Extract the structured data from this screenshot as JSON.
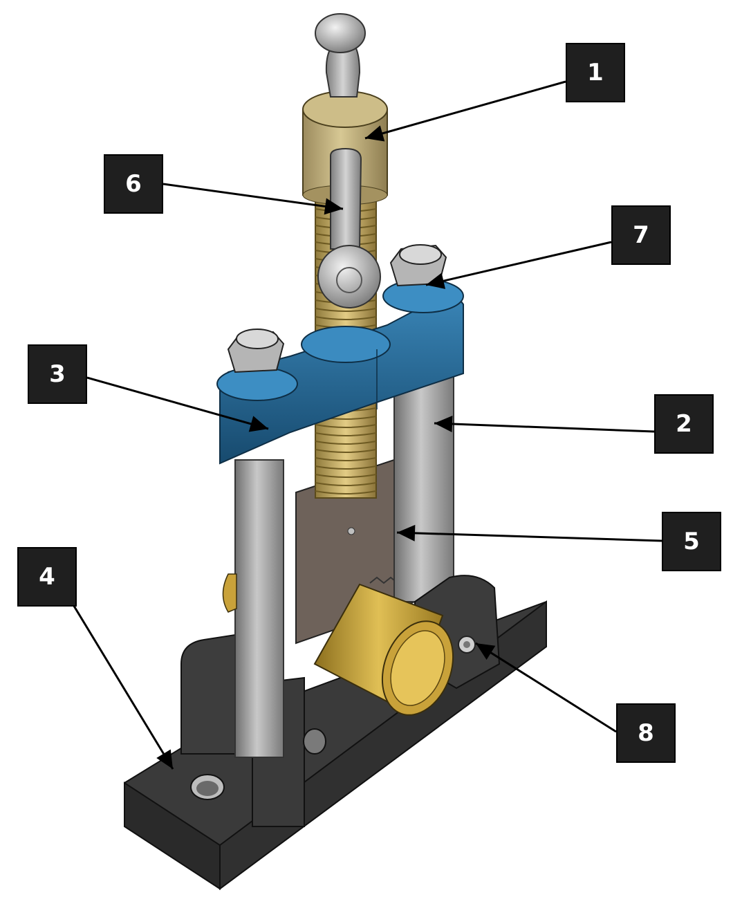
{
  "callouts": [
    {
      "id": "c1",
      "label": "1"
    },
    {
      "id": "c2",
      "label": "2"
    },
    {
      "id": "c3",
      "label": "3"
    },
    {
      "id": "c4",
      "label": "4"
    },
    {
      "id": "c5",
      "label": "5"
    },
    {
      "id": "c6",
      "label": "6"
    },
    {
      "id": "c7",
      "label": "7"
    },
    {
      "id": "c8",
      "label": "8"
    }
  ],
  "colors": {
    "background": "#ffffff",
    "callout_box": "#1f1f1f",
    "callout_text": "#ffffff",
    "leader_line": "#000000",
    "base": "#333333",
    "clamp_bar": "#1d5f8a",
    "screw_brass": "#c9ad64",
    "nut_brass": "#b9a878",
    "column": "#a8a8a8",
    "slide_block": "#6e625a",
    "roller": "#c9a23a"
  }
}
